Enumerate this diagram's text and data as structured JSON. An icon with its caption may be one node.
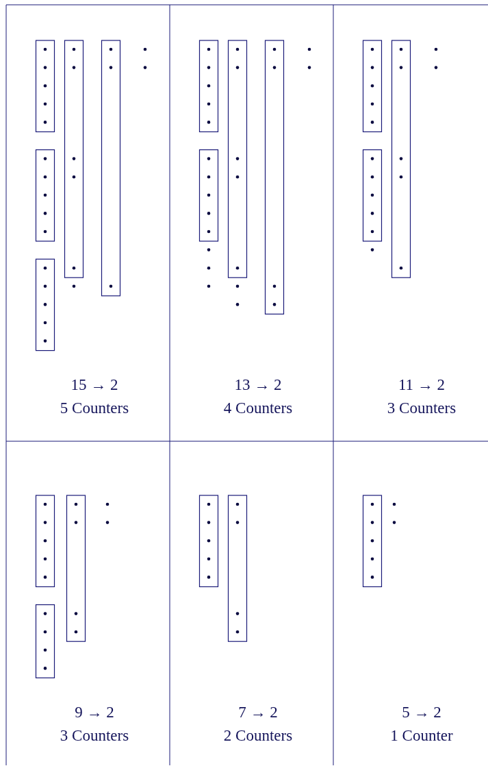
{
  "diagram": {
    "labels": [
      "15 → 2",
      "5 Counters",
      "13 → 2",
      "4 Counters",
      "11 → 2",
      "3 Counters",
      "9 → 2",
      "3 Counters",
      "7 → 2",
      "2 Counters",
      "5 → 2",
      "1 Counter"
    ]
  }
}
